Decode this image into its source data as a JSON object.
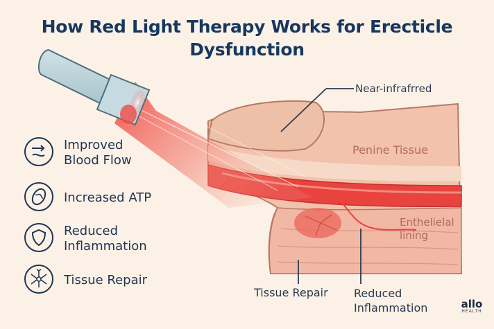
{
  "title": {
    "line1": "How Red Light Therapy Works for Erecticle",
    "line2": "Dysfunction"
  },
  "legend": [
    {
      "label_lines": [
        "Improved",
        "Blood Flow"
      ],
      "icon": "blood-flow-icon"
    },
    {
      "label_lines": [
        "Increased ATP"
      ],
      "icon": "mitochondria-icon"
    },
    {
      "label_lines": [
        "Reduced",
        "Inflammation"
      ],
      "icon": "shield-icon"
    },
    {
      "label_lines": [
        "Tissue Repair"
      ],
      "icon": "neuron-icon"
    }
  ],
  "callouts": {
    "near_infrared": "Near-infrafrred",
    "tissue_repair": "Tissue Repair",
    "reduced_inflammation_lines": [
      "Reduced",
      "Inflammation"
    ]
  },
  "tissue_labels": {
    "penine": "Penine Tissue",
    "endothelial_lines": [
      "Enthelielal",
      "lining"
    ]
  },
  "logo": {
    "main": "allo",
    "sub": "HEALTH"
  },
  "colors": {
    "background": "#fbf1e6",
    "title": "#17375f",
    "beam_red": "#ef4b47",
    "tissue": "#eeb49c",
    "vessel": "#e8433f",
    "icon_stroke": "#1f3553"
  }
}
